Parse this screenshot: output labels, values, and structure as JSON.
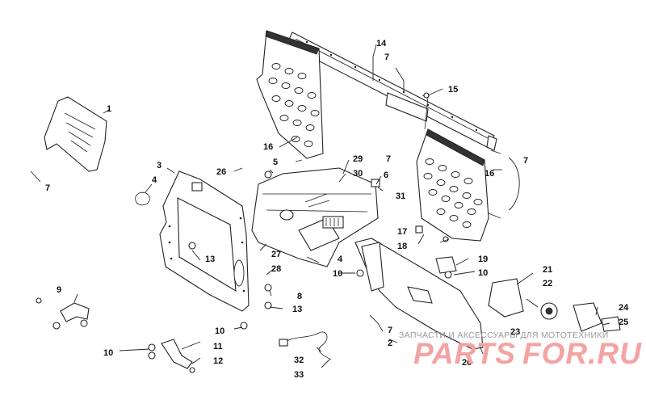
{
  "callouts": [
    "1",
    "2",
    "3",
    "4",
    "4",
    "5",
    "6",
    "7",
    "7",
    "7",
    "7",
    "7",
    "8",
    "9",
    "10",
    "10",
    "10",
    "10",
    "11",
    "12",
    "13",
    "13",
    "14",
    "15",
    "16",
    "16",
    "17",
    "18",
    "19",
    "20",
    "21",
    "22",
    "23",
    "24",
    "25",
    "26",
    "27",
    "28",
    "29",
    "30",
    "31",
    "32",
    "33"
  ],
  "watermark": {
    "caption": "ЗАПЧАСТИ И АКСЕССУАРЫ ДЛЯ МОТОТЕХНИКИ",
    "logo_left": "PARTS",
    "logo_right": "FOR.RU",
    "logo_color": "#f4a3a3"
  }
}
